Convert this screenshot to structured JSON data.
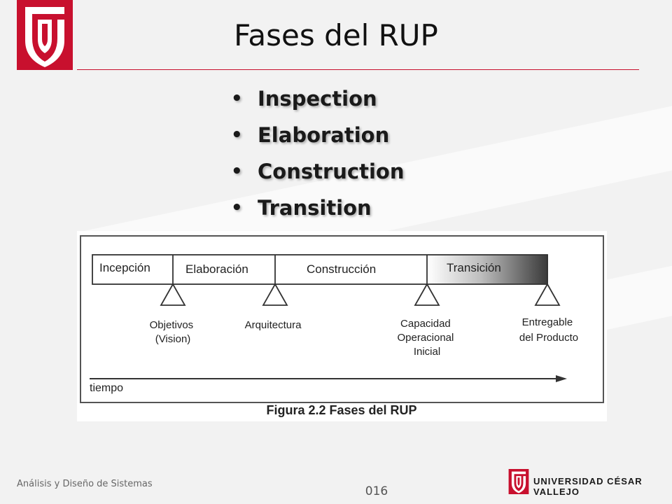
{
  "slide": {
    "title": "Fases del RUP",
    "bullets": [
      "Inspection",
      "Elaboration",
      "Construction",
      "Transition"
    ],
    "bullet_symbol": "•"
  },
  "figure": {
    "phases": [
      "Incepción",
      "Elaboración",
      "Construcción",
      "Transición"
    ],
    "milestones": [
      {
        "lines": [
          "Objetivos",
          "(Vision)"
        ]
      },
      {
        "lines": [
          "Arquitectura"
        ]
      },
      {
        "lines": [
          "Capacidad",
          "Operacional",
          "Inicial"
        ]
      },
      {
        "lines": [
          "Entregable",
          "del Producto"
        ]
      }
    ],
    "time_label": "tiempo",
    "caption": "Figura 2.2 Fases del RUP"
  },
  "footer": {
    "course": "Análisis y Diseño de Sistemas",
    "page_number": "016",
    "university": "UNIVERSIDAD CÉSAR VALLEJO"
  },
  "colors": {
    "brand_red": "#c8102e",
    "text": "#111111"
  }
}
